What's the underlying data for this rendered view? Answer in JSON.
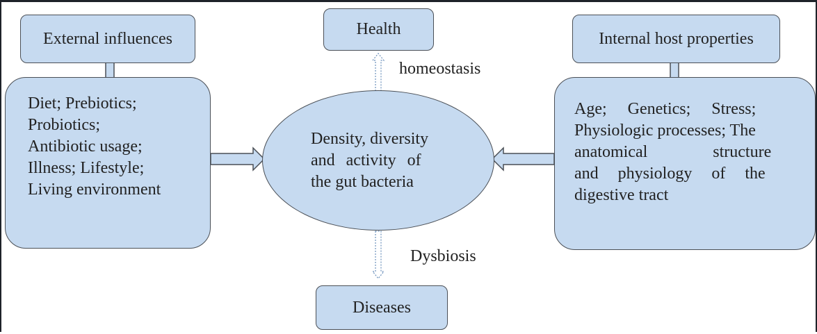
{
  "external": {
    "title": "External influences",
    "lines": [
      "Diet; Prebiotics;",
      "Probiotics;",
      "Antibiotic usage;",
      "Illness; Lifestyle;",
      "Living environment"
    ]
  },
  "internal": {
    "title": "Internal host properties",
    "lines": [
      "Age;     Genetics;     Stress;",
      "Physiologic processes; The",
      "anatomical structure",
      "and physiology of the",
      "digestive tract"
    ]
  },
  "center": {
    "lines": [
      "Density, diversity",
      "and activity of",
      "the gut bacteria"
    ]
  },
  "top": {
    "box": "Health",
    "arrow_label": "homeostasis"
  },
  "bottom": {
    "box": "Diseases",
    "arrow_label": "Dysbiosis"
  },
  "colors": {
    "fill": "#c6daf0",
    "stroke": "#4a4f56"
  }
}
